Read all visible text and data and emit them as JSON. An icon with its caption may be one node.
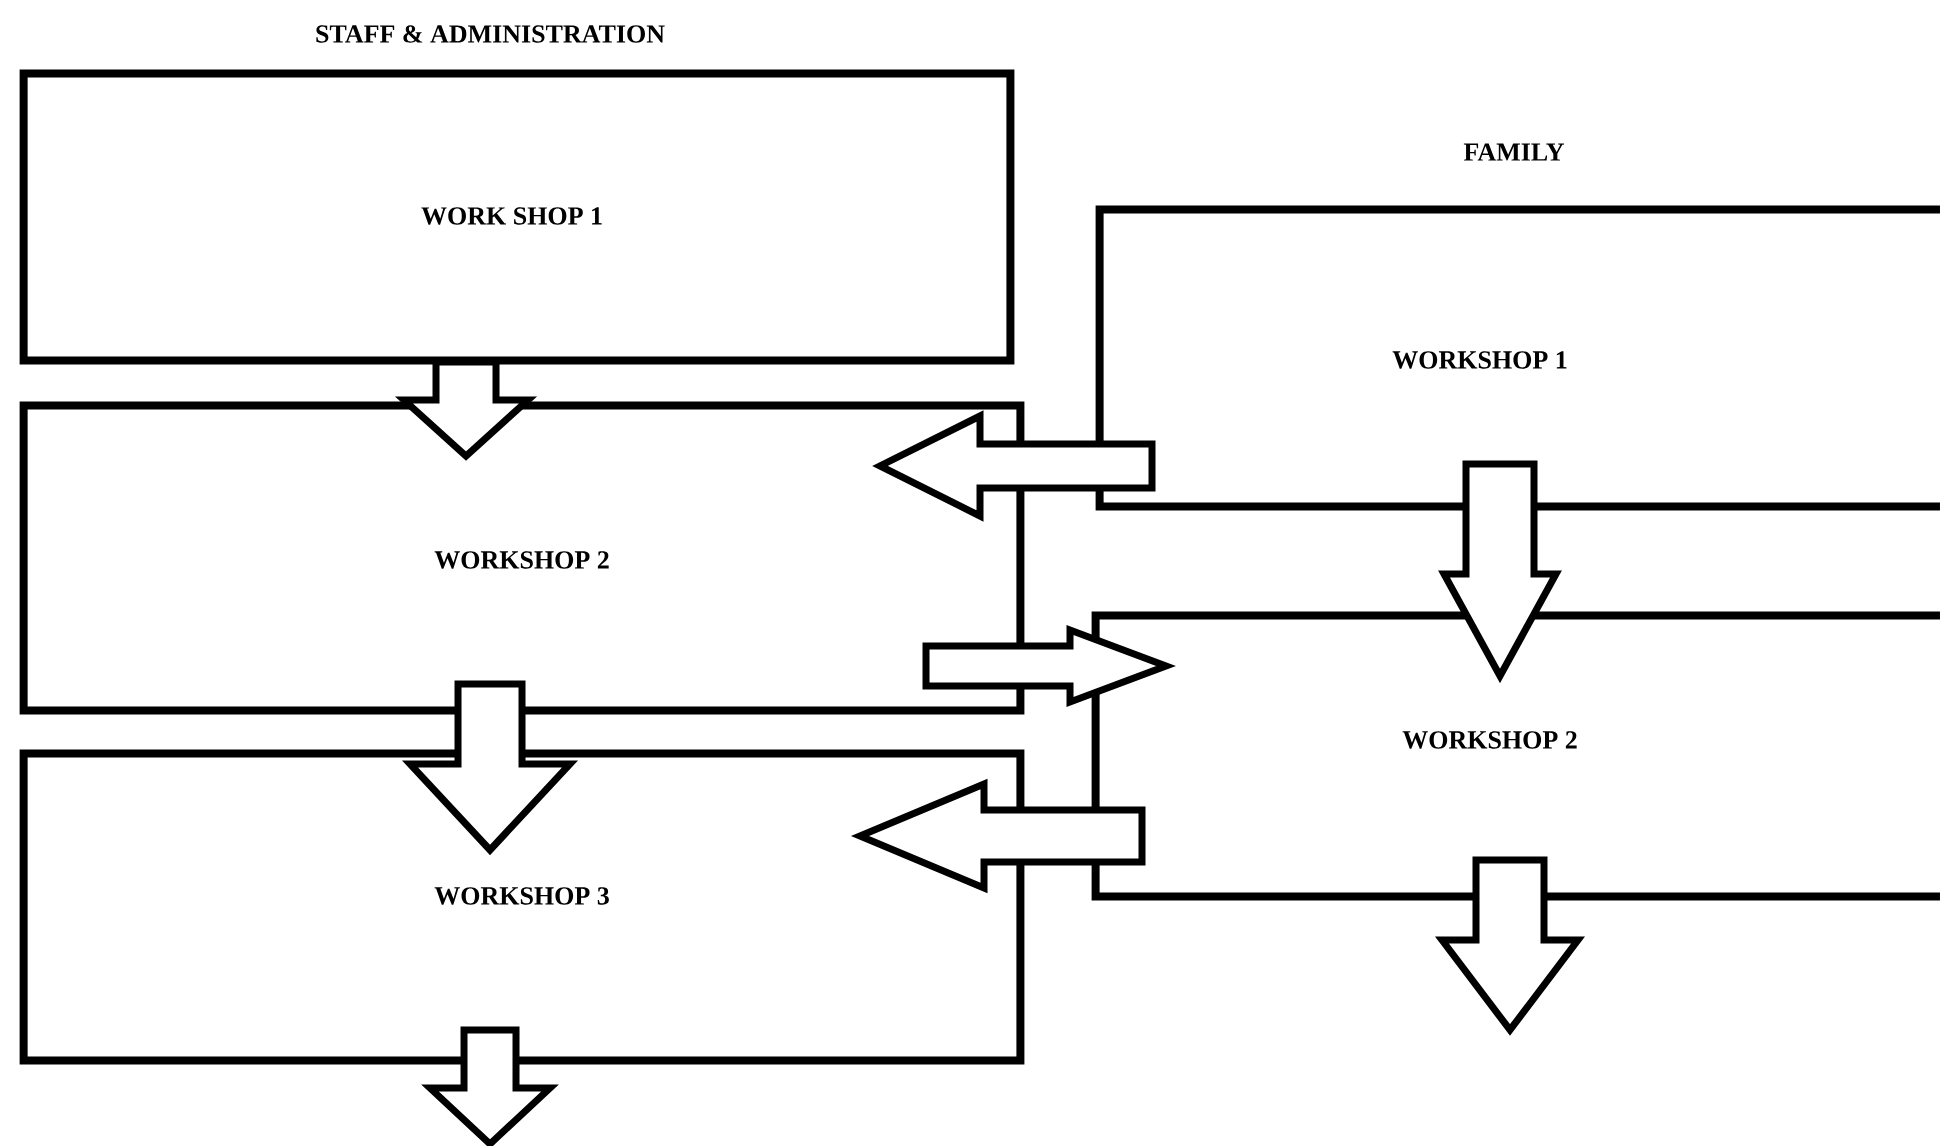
{
  "diagram": {
    "nodes": [
      {
        "text": [
          "WORK SHOP 1"
        ]
      },
      {
        "text": [
          "WORKSHOP 2"
        ]
      },
      {
        "text": [
          "WORKSHOP 3"
        ]
      },
      {
        "text": [
          "WORKSHOP 1"
        ]
      },
      {
        "text": [
          "WORKSHOP 2"
        ]
      }
    ],
    "edges": [
      {
        "from": 0,
        "to": 1,
        "arrow": "to"
      },
      {
        "from": 1,
        "to": 2,
        "arrow": "to"
      },
      {
        "from": 2,
        "to": null,
        "arrow": "to"
      },
      {
        "from": 3,
        "to": 1,
        "arrow": "to"
      },
      {
        "from": 1,
        "to": 4,
        "arrow": "to"
      },
      {
        "from": 4,
        "to": 2,
        "arrow": "to"
      },
      {
        "from": 3,
        "to": 4,
        "arrow": "to"
      },
      {
        "from": 4,
        "to": null,
        "arrow": "to"
      }
    ],
    "labels": [
      "STAFF & ADMINISTRATION",
      "FAMILY"
    ]
  }
}
